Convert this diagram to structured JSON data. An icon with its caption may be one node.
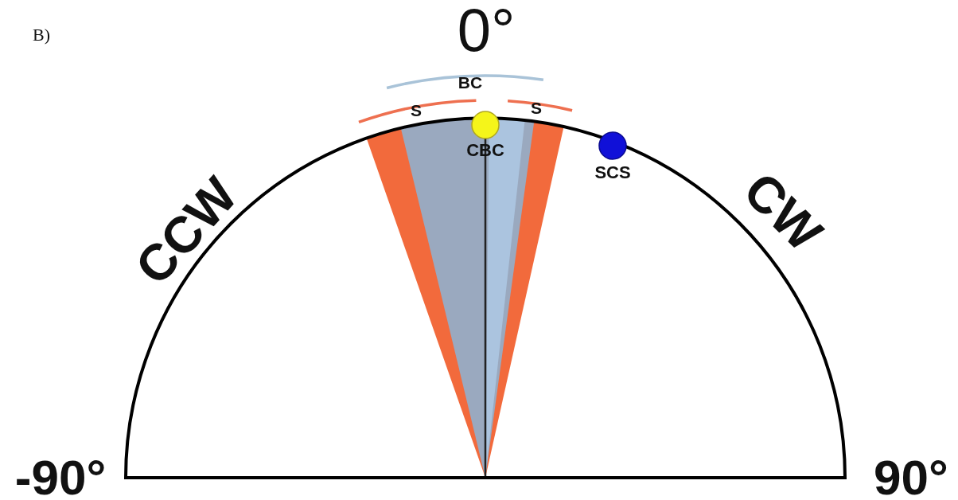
{
  "diagram": {
    "nodes": [
      {
        "text": [],
        "shape": "circle",
        "beside": [
          "CBC"
        ]
      },
      {
        "text": [],
        "shape": "circle",
        "beside": [
          "SCS"
        ]
      }
    ],
    "labels": [
      "B)",
      "0°",
      "BC",
      "S",
      "S",
      "CCW",
      "CW",
      "-90°",
      "90°"
    ]
  }
}
